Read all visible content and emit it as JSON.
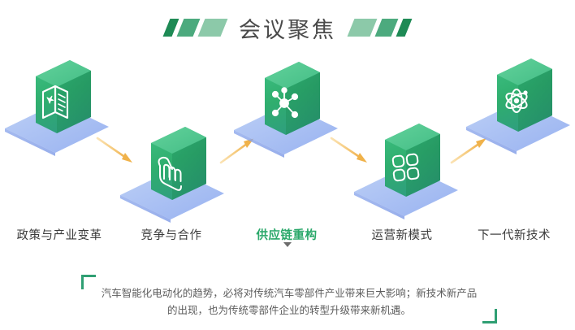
{
  "header": {
    "title": "会议聚焦",
    "title_color": "#4a4a4a",
    "left_bars": [
      {
        "name": "bar-dark",
        "color": "#1e8a55"
      },
      {
        "name": "bar-mid",
        "color": "#4caa7e"
      },
      {
        "name": "bar-light",
        "color": "#8cc9a9"
      }
    ],
    "right_bars": [
      {
        "name": "bar-light",
        "color": "#8cc9a9"
      },
      {
        "name": "bar-mid",
        "color": "#4caa7e"
      },
      {
        "name": "bar-dark",
        "color": "#1e8a55"
      }
    ]
  },
  "flow": {
    "accent_color": "#2aa86a",
    "platform_color": "#a9c0f0",
    "card_color": "#2fb070",
    "arrow_color": "#f0b955",
    "nodes": [
      {
        "id": "policy",
        "label": "政策与产业变革",
        "icon": "document-star-icon",
        "active": false,
        "level": "high"
      },
      {
        "id": "competition",
        "label": "竞争与合作",
        "icon": "handshake-icon",
        "active": false,
        "level": "low"
      },
      {
        "id": "supply-chain",
        "label": "供应链重构",
        "icon": "network-nodes-icon",
        "active": true,
        "level": "high"
      },
      {
        "id": "operations",
        "label": "运营新模式",
        "icon": "four-blocks-icon",
        "active": false,
        "level": "low"
      },
      {
        "id": "technology",
        "label": "下一代新技术",
        "icon": "atom-icon",
        "active": false,
        "level": "high"
      }
    ],
    "arrows": [
      {
        "id": "arrow-1",
        "direction": "down-right"
      },
      {
        "id": "arrow-2",
        "direction": "up-right"
      },
      {
        "id": "arrow-3",
        "direction": "down-right"
      },
      {
        "id": "arrow-4",
        "direction": "up-right"
      }
    ]
  },
  "note": {
    "line1": "汽车智能化电动化的趋势，必将对传统汽车零部件产业带来巨大影响；新技术新产品",
    "line2": "的出现，也为传统零部件企业的转型升级带来新机遇。",
    "bracket_color": "#2f9f73"
  }
}
